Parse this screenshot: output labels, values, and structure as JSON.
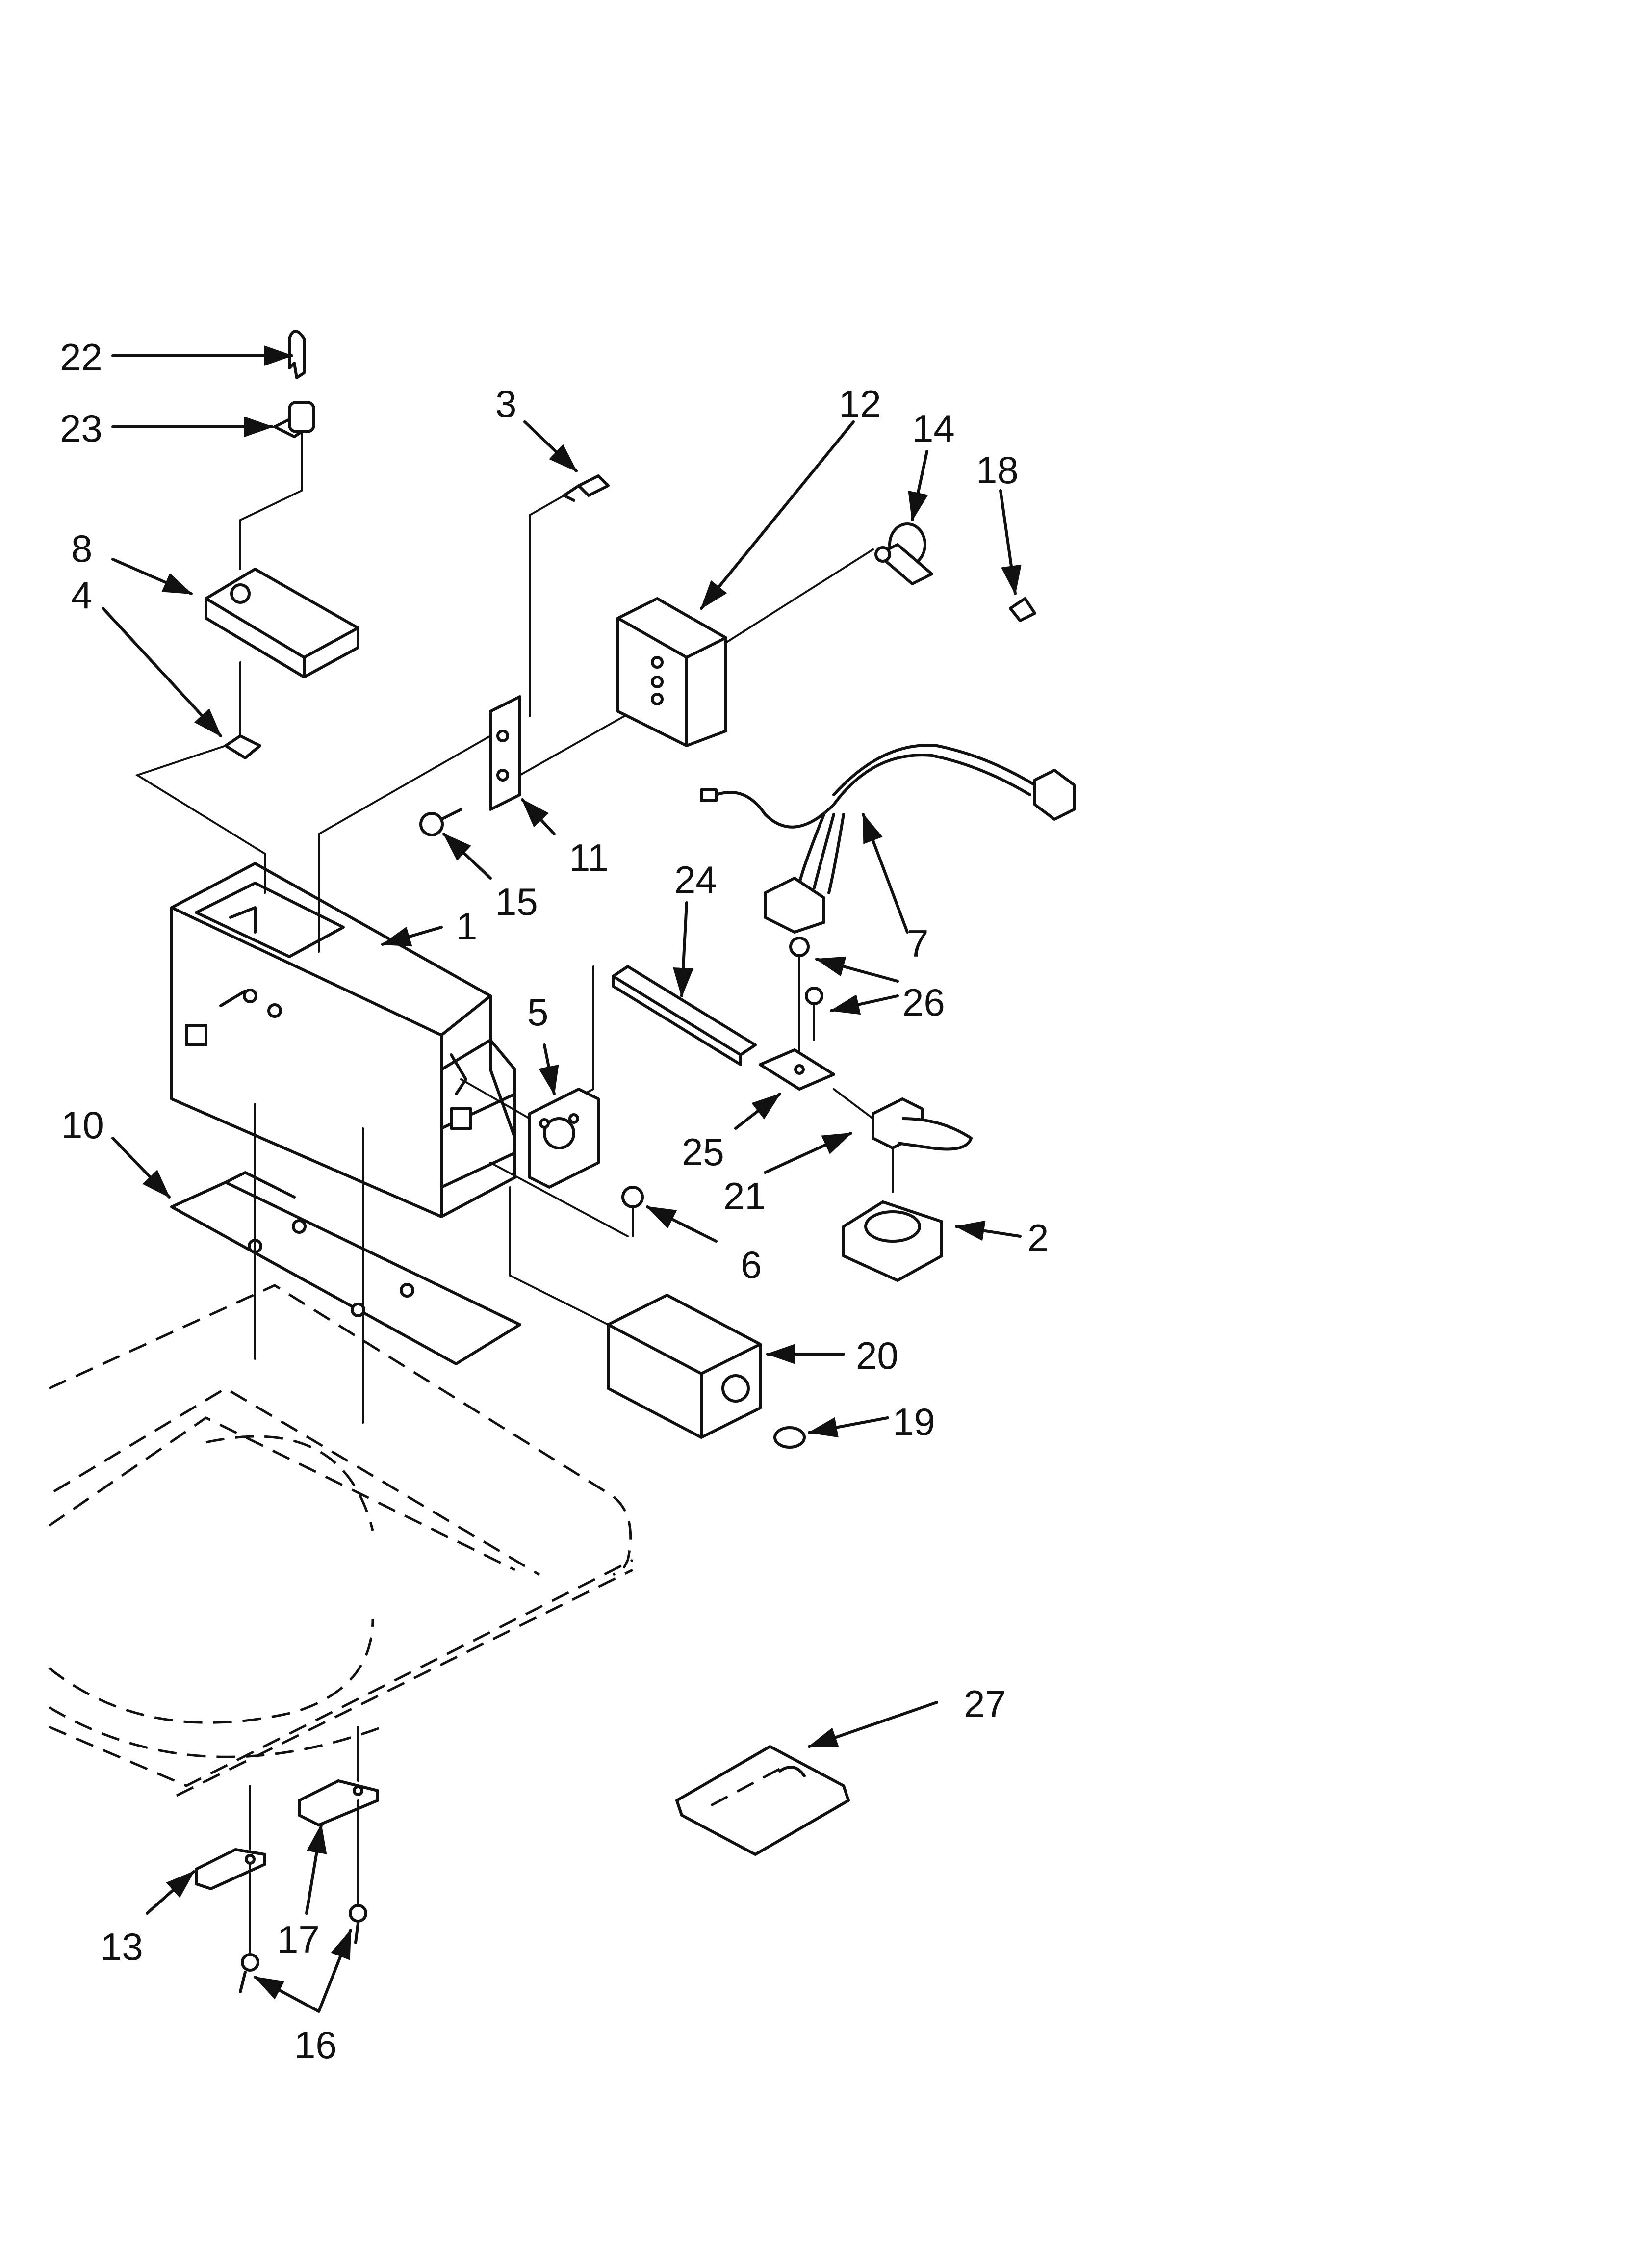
{
  "diagram": {
    "callouts": [
      {
        "id": "1",
        "label": "1"
      },
      {
        "id": "2",
        "label": "2"
      },
      {
        "id": "3",
        "label": "3"
      },
      {
        "id": "4",
        "label": "4"
      },
      {
        "id": "5",
        "label": "5"
      },
      {
        "id": "6",
        "label": "6"
      },
      {
        "id": "7",
        "label": "7"
      },
      {
        "id": "8",
        "label": "8"
      },
      {
        "id": "10",
        "label": "10"
      },
      {
        "id": "11",
        "label": "11"
      },
      {
        "id": "12",
        "label": "12"
      },
      {
        "id": "13",
        "label": "13"
      },
      {
        "id": "14",
        "label": "14"
      },
      {
        "id": "15",
        "label": "15"
      },
      {
        "id": "16",
        "label": "16"
      },
      {
        "id": "17",
        "label": "17"
      },
      {
        "id": "18",
        "label": "18"
      },
      {
        "id": "19",
        "label": "19"
      },
      {
        "id": "20",
        "label": "20"
      },
      {
        "id": "21",
        "label": "21"
      },
      {
        "id": "22",
        "label": "22"
      },
      {
        "id": "23",
        "label": "23"
      },
      {
        "id": "24",
        "label": "24"
      },
      {
        "id": "25",
        "label": "25"
      },
      {
        "id": "26",
        "label": "26"
      },
      {
        "id": "27",
        "label": "27"
      }
    ]
  }
}
